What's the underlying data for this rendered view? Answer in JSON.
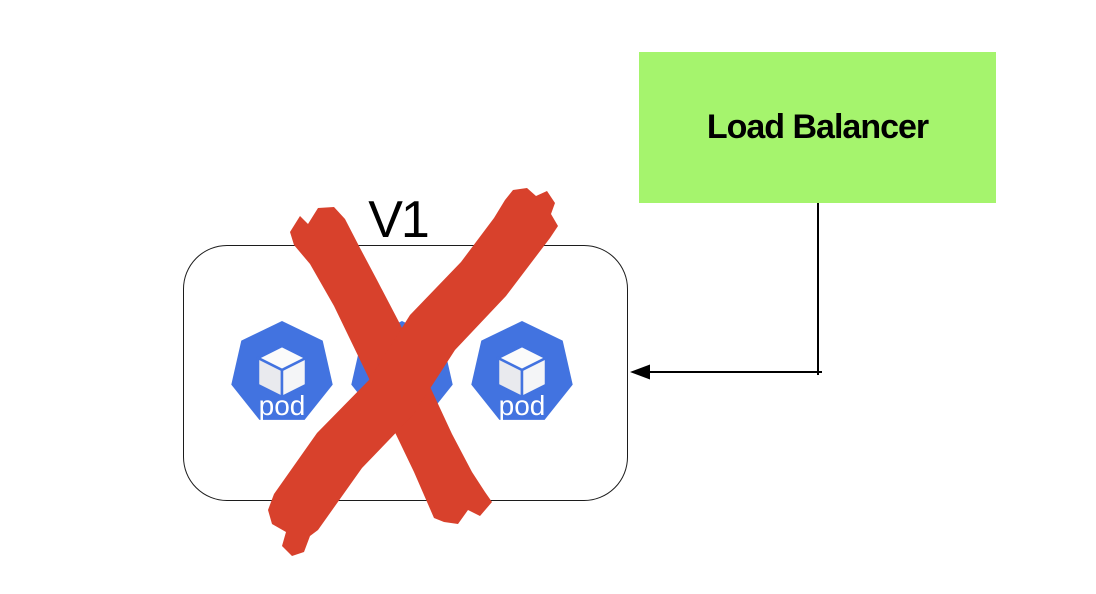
{
  "canvas": {
    "background": "#ffffff"
  },
  "nodes": {
    "load_balancer": {
      "label": "Load Balancer",
      "fill": "#a5f46d",
      "text_color": "#000000"
    },
    "v1_group": {
      "label": "V1",
      "border_color": "#1c1c1c",
      "fill": "#ffffff"
    },
    "pods": [
      {
        "label": "pod"
      },
      {
        "label": "pod"
      },
      {
        "label": "pod"
      }
    ]
  },
  "style": {
    "pod_fill": "#4273e0",
    "pod_text_color": "#ffffff",
    "cube_top_fill": "#fbfbfb",
    "cube_left_fill": "#e9eaee",
    "cube_right_fill": "#f4f5f7",
    "cross_color": "#d8412c",
    "connector_color": "#000000"
  },
  "icons": {
    "pod_icon": "kubernetes-pod-heptagon-with-cube",
    "cross_icon": "hand-drawn-red-x",
    "arrowhead_icon": "left-pointing-arrowhead"
  }
}
